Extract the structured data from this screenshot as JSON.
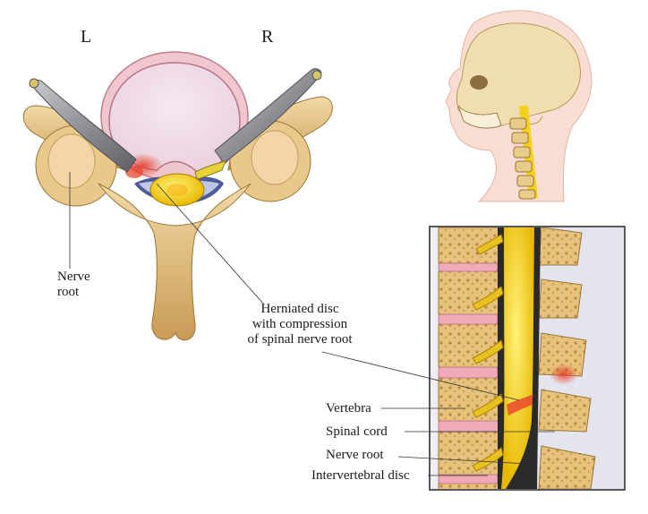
{
  "side_labels": {
    "left": "L",
    "right": "R"
  },
  "labels": {
    "nerve_root_left": "Nerve\nroot",
    "herniated_disc": "Herniated disc\nwith compression\nof spinal nerve root",
    "vertebra": "Vertebra",
    "spinal_cord": "Spinal cord",
    "nerve_root": "Nerve root",
    "intervertebral_disc": "Intervertebral disc"
  },
  "colors": {
    "bone": "#e8c98c",
    "bone_dark": "#b8904e",
    "disc_outer": "#f0a9b9",
    "disc_inner": "#f3dde6",
    "spinal_cord": "#f4d21a",
    "nerve": "#8d8f95",
    "inflammation": "#e8402a",
    "skin": "#f9ddd3"
  }
}
